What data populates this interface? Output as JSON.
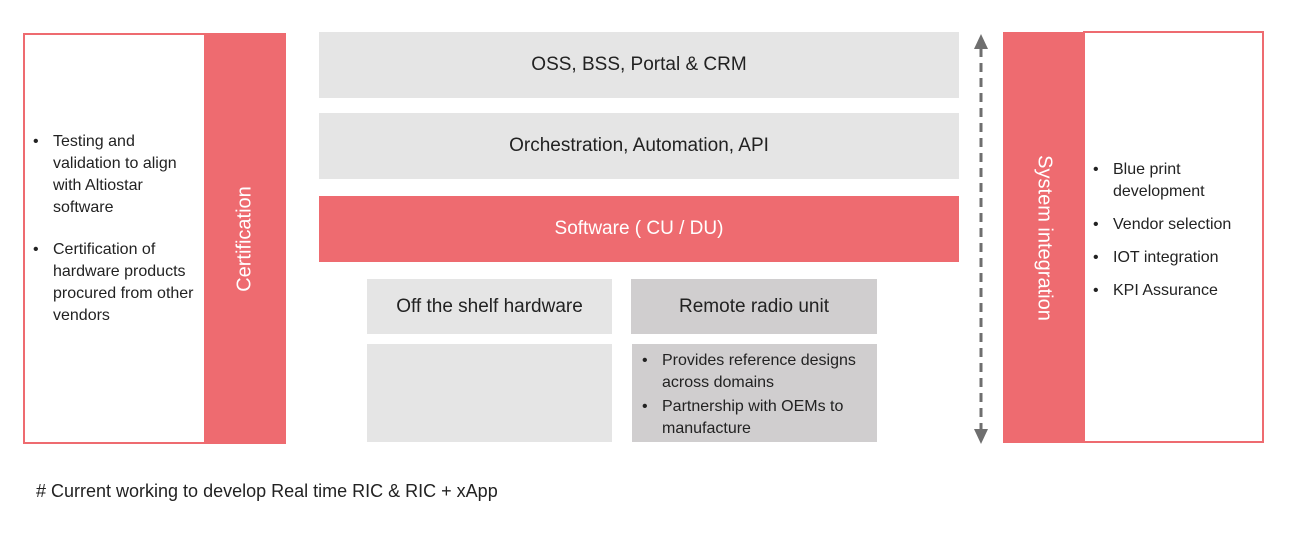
{
  "colors": {
    "accent": "#ee6b70",
    "light_grey": "#e5e5e5",
    "dark_grey": "#d0cecf",
    "arrow": "#6f6f6f"
  },
  "certification": {
    "label": "Certification",
    "items": [
      "Testing and validation to align with Altiostar software",
      "Certification of hardware products procured from other vendors"
    ]
  },
  "stack": {
    "oss_layer": "OSS, BSS, Portal & CRM",
    "orchestration_layer": "Orchestration, Automation, API",
    "software_layer": "Software ( CU / DU)",
    "hardware_box": "Off the shelf hardware",
    "rru_box": "Remote radio unit",
    "rru_items": [
      "Provides reference designs across domains",
      "Partnership with OEMs to manufacture"
    ]
  },
  "system_integration": {
    "label": "System integration",
    "items": [
      "Blue print development",
      "Vendor selection",
      "IOT integration",
      "KPI Assurance"
    ]
  },
  "footnote": "# Current working to develop Real time RIC & RIC + xApp"
}
